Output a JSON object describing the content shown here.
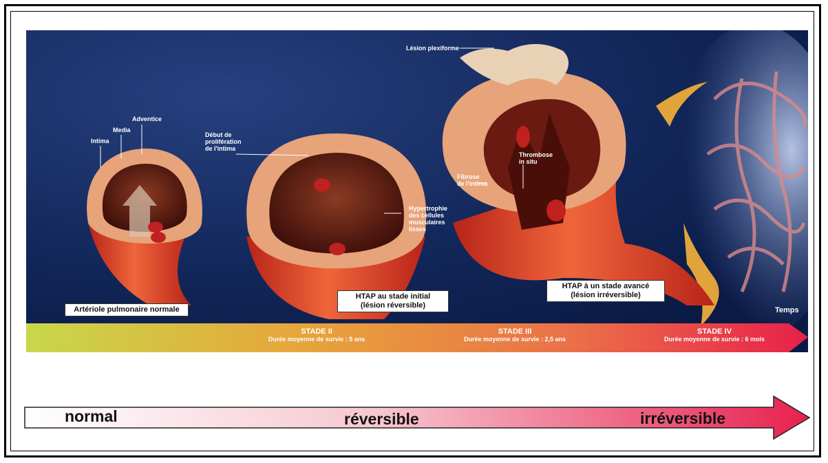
{
  "labels": {
    "adventice": "Adventice",
    "media": "Media",
    "intima": "Intima",
    "debut_line1": "Début de",
    "debut_line2": "prolifération",
    "debut_line3": "de l'intima",
    "lesion_plexiforme": "Lésion plexiforme",
    "thrombose_line1": "Thrombose",
    "thrombose_line2": "in situ",
    "fibrose_line1": "Fibrose",
    "fibrose_line2": "de l'intima",
    "hyper_line1": "Hypertrophie",
    "hyper_line2": "des cellules",
    "hyper_line3": "musculaires",
    "hyper_line4": "lisses",
    "temps": "Temps"
  },
  "boxes": {
    "normal": "Artériole pulmonaire normale",
    "initial_line1": "HTAP au stade initial",
    "initial_line2": "(lésion réversible)",
    "avance_line1": "HTAP à un stade avancé",
    "avance_line2": "(lésion irréversible)"
  },
  "stages": [
    {
      "name": "STADE II",
      "survival": "Durée moyenne de survie : 5 ans"
    },
    {
      "name": "STADE III",
      "survival": "Durée moyenne de survie : 2,5 ans"
    },
    {
      "name": "STADE IV",
      "survival": "Durée moyenne de survie : 6 mois"
    }
  ],
  "bottom_arrow": {
    "normal": "normal",
    "reversible": "réversible",
    "irreversible": "irréversible"
  },
  "colors": {
    "background": "#0e1f4f",
    "artery": "#d9442a",
    "wall": "#e9a277",
    "lumen": "#5a1a12",
    "timeline_start": "#c9d94a",
    "timeline_end": "#e8204a",
    "bottom_arrow_end": "#e8305a"
  }
}
